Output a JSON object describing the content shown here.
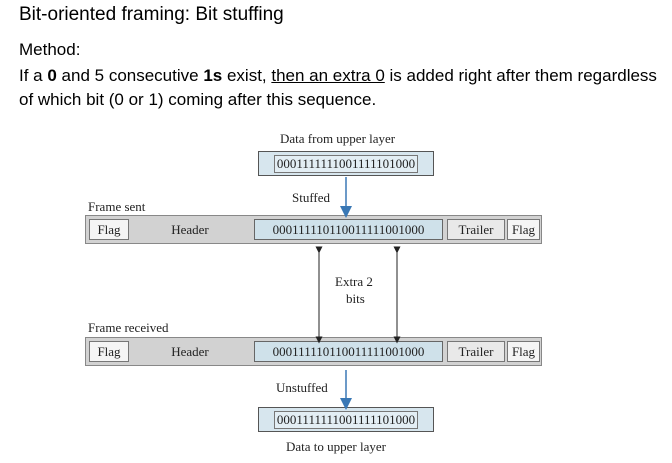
{
  "slide": {
    "title": "Bit-oriented framing: Bit stuffing",
    "method_label": "Method:",
    "rule": {
      "part1": "If a ",
      "zero": "0",
      "part2": " and 5 consecutive ",
      "ones": "1s",
      "part3": " exist, ",
      "underlined": "then an extra 0",
      "part4": " is added right after them regardless of which bit (0 or 1) coming after this sequence."
    }
  },
  "diagram": {
    "data_from_upper_layer": "Data from upper layer",
    "input_bits": "0001111111001111101000",
    "stuffed_label": "Stuffed",
    "frame_sent_label": "Frame sent",
    "frame_received_label": "Frame received",
    "flag_label": "Flag",
    "header_label": "Header",
    "trailer_label": "Trailer",
    "stuffed_bits": "000111110110011111001000",
    "extra_label_line1": "Extra 2",
    "extra_label_line2": "bits",
    "unstuffed_label": "Unstuffed",
    "output_bits": "0001111111001111101000",
    "data_to_upper_layer": "Data to upper layer",
    "colors": {
      "arrow": "#3a78b5",
      "payload": "#cfe1ea",
      "frame": "#d2d2d2"
    }
  }
}
